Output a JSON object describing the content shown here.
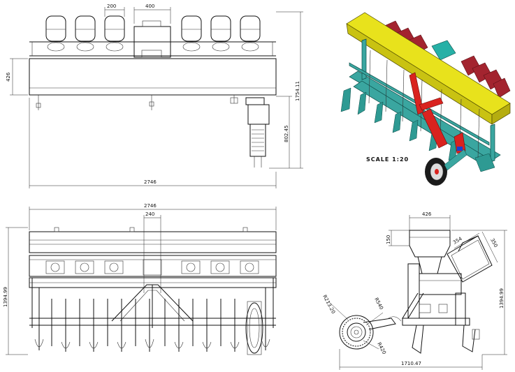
{
  "views": {
    "top": {
      "dims": {
        "seed_spacing": "200",
        "box_width": "400",
        "hopper_height": "426",
        "overall_height": "1754.11",
        "wheel_offset": "802.45",
        "overall_width": "2746"
      }
    },
    "iso": {
      "scale_label": "SCALE 1:20"
    },
    "front": {
      "dims": {
        "overall_width": "2746",
        "center_gap": "240",
        "overall_height": "1394.99"
      }
    },
    "side": {
      "dims": {
        "hopper_width": "426",
        "hopper_depth": "150",
        "tank_a": "354",
        "tank_b": "350",
        "sprocket_r": "R213.20",
        "wheel_r1": "R540",
        "wheel_r2": "R420",
        "overall_height": "1394.99",
        "overall_length": "1710.47"
      }
    }
  },
  "colors": {
    "hopper": "#e8e21c",
    "frame": "#3aa6a0",
    "arm": "#d9231f",
    "motors": "#a3242f",
    "wheel": "#1b1b1b",
    "line": "#111111"
  }
}
